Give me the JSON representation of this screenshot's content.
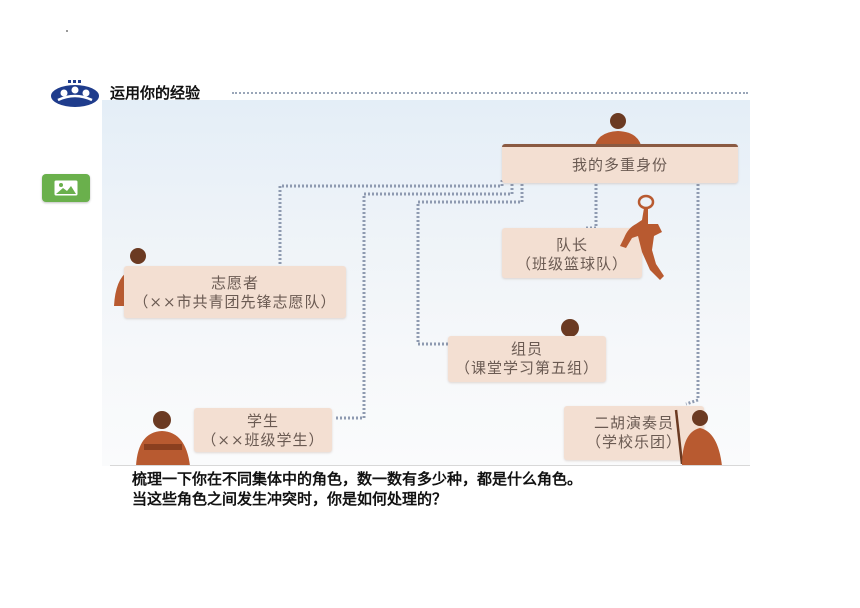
{
  "header": {
    "title": "运用你的经验"
  },
  "diagram": {
    "center": {
      "label": "我的多重身份"
    },
    "roles": [
      {
        "id": "volunteer",
        "title": "志愿者",
        "subtitle": "（××市共青团先锋志愿队）"
      },
      {
        "id": "student",
        "title": "学生",
        "subtitle": "（××班级学生）"
      },
      {
        "id": "captain",
        "title": "队长",
        "subtitle": "（班级篮球队）"
      },
      {
        "id": "member",
        "title": "组员",
        "subtitle": "（课堂学习第五组）"
      },
      {
        "id": "erhu",
        "title": "二胡演奏员",
        "subtitle": "（学校乐团）"
      }
    ]
  },
  "questions": [
    "梳理一下你在不同集体中的角色，数一数有多少种，都是什么角色。",
    "当这些角色之间发生冲突时，你是如何处理的？"
  ],
  "icons": {
    "logo": "logo-icon",
    "image_button": "image-icon"
  },
  "colors": {
    "role_box": "#f3dfd2",
    "role_text": "#6a5a52",
    "connector": "#8e9ab0",
    "figure": "#b85a30",
    "button_green": "#6ab04c",
    "logo_blue": "#1f3c8c"
  }
}
